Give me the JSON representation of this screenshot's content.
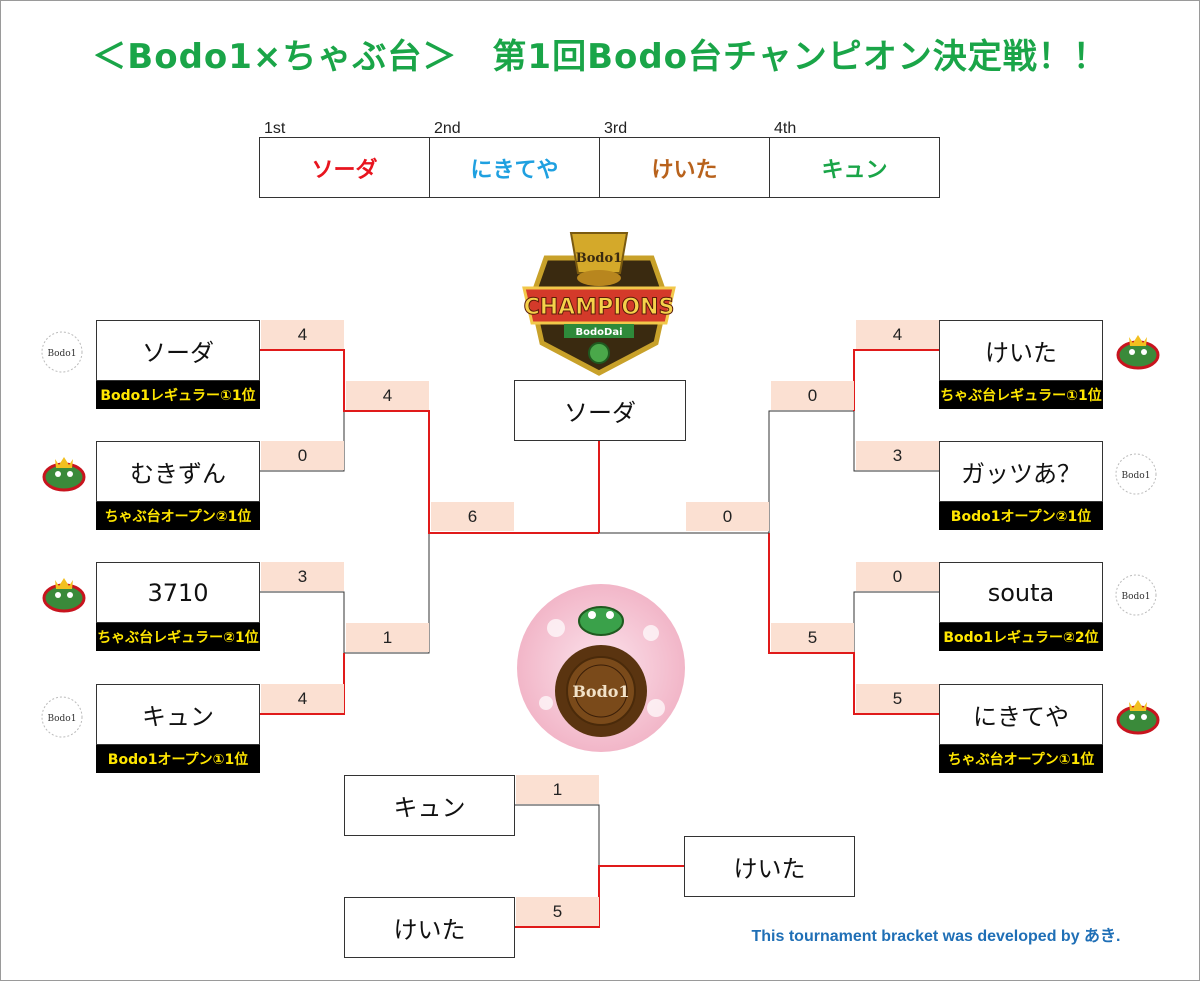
{
  "title": "＜Bodo1×ちゃぶ台＞　第1回Bodo台チャンピオン決定戦！！",
  "ranking": [
    {
      "label": "1st",
      "name": "ソーダ",
      "color": "#e8141e"
    },
    {
      "label": "2nd",
      "name": "にきてや",
      "color": "#1fa0e0"
    },
    {
      "label": "3rd",
      "name": "けいた",
      "color": "#b8621c"
    },
    {
      "label": "4th",
      "name": "キュン",
      "color": "#1aa548"
    }
  ],
  "left_players": [
    {
      "name": "ソーダ",
      "tag": "Bodo1レギュラー①1位",
      "logo": "bodo1-logo"
    },
    {
      "name": "むきずん",
      "tag": "ちゃぶ台オープン②1位",
      "logo": "chabudai-frog-logo"
    },
    {
      "name": "3710",
      "tag": "ちゃぶ台レギュラー②1位",
      "logo": "chabudai-frog-logo"
    },
    {
      "name": "キュン",
      "tag": "Bodo1オープン①1位",
      "logo": "bodo1-logo"
    }
  ],
  "right_players": [
    {
      "name": "けいた",
      "tag": "ちゃぶ台レギュラー①1位",
      "logo": "chabudai-frog-logo"
    },
    {
      "name": "ガッツあ？",
      "tag": "Bodo1オープン②1位",
      "logo": "bodo1-logo"
    },
    {
      "name": "souta",
      "tag": "Bodo1レギュラー②2位",
      "logo": "bodo1-logo"
    },
    {
      "name": "にきてや",
      "tag": "ちゃぶ台オープン①1位",
      "logo": "chabudai-frog-logo"
    }
  ],
  "scores": {
    "l_r1": [
      "4",
      "0",
      "3",
      "4"
    ],
    "l_semi": [
      "4",
      "1"
    ],
    "l_final": "6",
    "r_r1": [
      "4",
      "3",
      "0",
      "5"
    ],
    "r_semi": [
      "0",
      "5"
    ],
    "r_final": "0",
    "third": [
      "1",
      "5"
    ]
  },
  "champion": "ソーダ",
  "third_place": {
    "top": "キュン",
    "bottom": "けいた",
    "winner": "けいた"
  },
  "logos": {
    "champions_text": "CHAMPIONS",
    "champions_sub": "BodoDai",
    "champions_top": "Bodo1",
    "bodo1_text": "Bodo1"
  },
  "credit": "This tournament bracket was developed by あき.",
  "colors": {
    "win_line": "#e01a1a",
    "line": "#333333",
    "score_bg": "#fbe0d2",
    "title": "#1aa548"
  }
}
